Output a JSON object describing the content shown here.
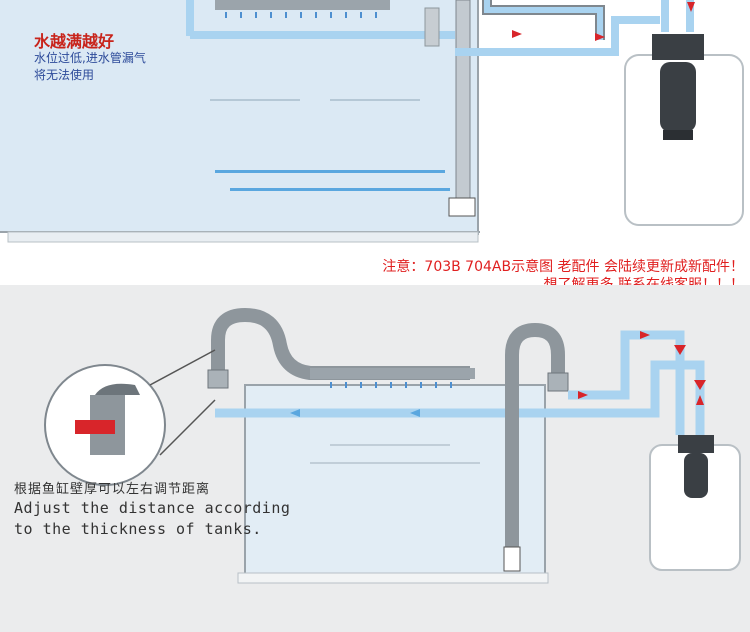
{
  "top_panel": {
    "tip_title": "水越满越好",
    "tip_line1": "水位过低,进水管漏气",
    "tip_line2": "将无法使用"
  },
  "notice": {
    "line1": "注意：703B 704AB示意图 老配件 会陆续更新成新配件！",
    "line2": "想了解更多 联系在线客服！！！"
  },
  "bottom_panel": {
    "adjust_cn": "根据鱼缸壁厚可以左右调节距离",
    "adjust_en_1": "Adjust the distance according",
    "adjust_en_2": "to the thickness of tanks."
  },
  "colors": {
    "water": "#dbe9f4",
    "pipe_flow": "#a9d3f0",
    "arrow_red": "#d8252a",
    "arrow_blue": "#5aa7df",
    "notice_red": "#e02020",
    "tip_red": "#c8241b",
    "tip_blue": "#2d4b9a"
  }
}
